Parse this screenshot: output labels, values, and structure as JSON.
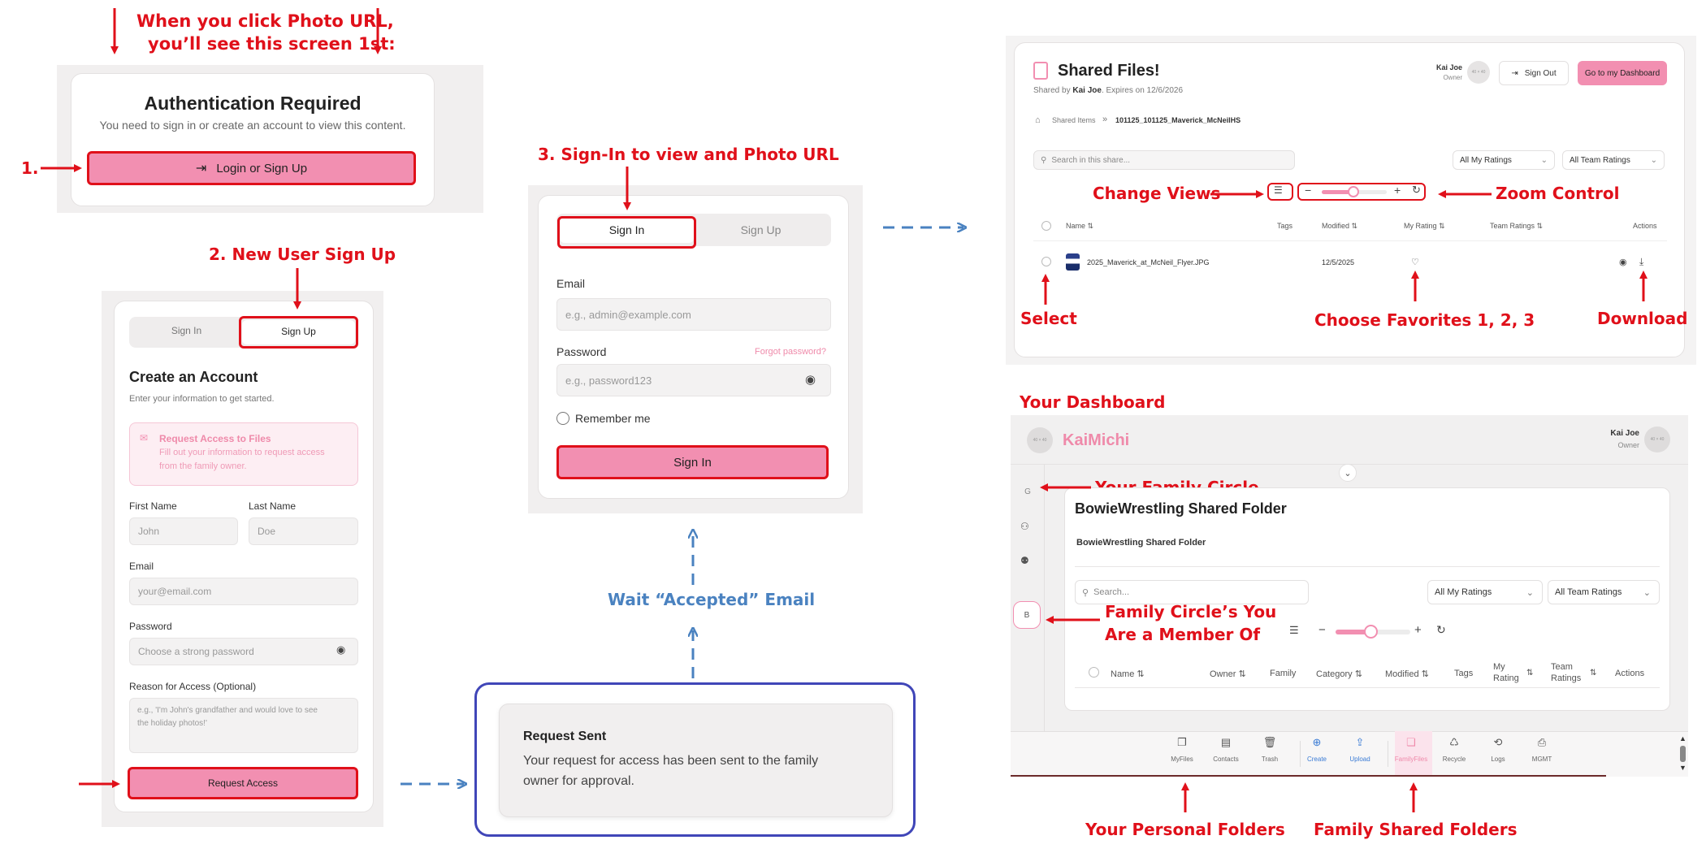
{
  "annotations": {
    "intro_line1": "When you click Photo URL,",
    "intro_line2": "you’ll see this screen 1st:",
    "step1": "1.",
    "step2": "2. New User Sign Up",
    "step3": "3. Sign-In to view and Photo URL",
    "wait": "Wait “Accepted” Email",
    "change_views": "Change Views",
    "zoom_control": "Zoom Control",
    "select": "Select",
    "choose_favorites": "Choose Favorites 1, 2, 3",
    "download": "Download",
    "your_dashboard": "Your Dashboard",
    "your_family_circle": "Your Family Circle",
    "family_circles_member_line1": "Family Circle’s You",
    "family_circles_member_line2": "Are a Member Of",
    "your_personal_folders": "Your Personal Folders",
    "family_shared_folders": "Family Shared Folders"
  },
  "auth": {
    "title": "Authentication Required",
    "subtitle": "You need to sign in or create an account to view this content.",
    "button": "Login or Sign Up"
  },
  "signup": {
    "tab_signin": "Sign In",
    "tab_signup": "Sign Up",
    "title": "Create an Account",
    "subtitle": "Enter your information to get started.",
    "notice_title": "Request Access to Files",
    "notice_line1": "Fill out your information to request access",
    "notice_line2": "from the family owner.",
    "first_name_label": "First Name",
    "first_name_placeholder": "John",
    "last_name_label": "Last Name",
    "last_name_placeholder": "Doe",
    "email_label": "Email",
    "email_placeholder": "your@email.com",
    "password_label": "Password",
    "password_placeholder": "Choose a strong password",
    "reason_label": "Reason for Access (Optional)",
    "reason_line1": "e.g., 'I'm John's grandfather and would love to see",
    "reason_line2": "the holiday photos!'",
    "button": "Request Access"
  },
  "signin": {
    "tab_signin": "Sign In",
    "tab_signup": "Sign Up",
    "email_label": "Email",
    "email_placeholder": "e.g., admin@example.com",
    "password_label": "Password",
    "forgot": "Forgot password?",
    "password_placeholder": "e.g., password123",
    "remember": "Remember me",
    "button": "Sign In"
  },
  "request_sent": {
    "title": "Request Sent",
    "line1": "Your request for access has been sent to the family",
    "line2": "owner for approval."
  },
  "shared": {
    "title": "Shared Files!",
    "shared_by_prefix": "Shared by ",
    "shared_by_name": "Kai Joe",
    "shared_by_suffix": ". Expires on 12/6/2026",
    "user_name": "Kai Joe",
    "user_role": "Owner",
    "avatar_text": "40 × 40",
    "sign_out": "Sign Out",
    "dashboard_button": "Go to my Dashboard",
    "breadcrumb_root": "Shared Items",
    "breadcrumb_sep": "»",
    "breadcrumb_current": "101125_101125_Maverick_McNeilHS",
    "search_placeholder": "Search in this share...",
    "filter_my": "All My Ratings",
    "filter_team": "All Team Ratings",
    "columns": [
      "Name",
      "Tags",
      "Modified",
      "My Rating",
      "Team Ratings",
      "Actions"
    ],
    "row": {
      "name": "2025_Maverick_at_McNeil_Flyer.JPG",
      "modified": "12/5/2025"
    }
  },
  "dashboard": {
    "brand": "KaiMichi",
    "avatar_text": "40 × 40",
    "user_name": "Kai Joe",
    "user_role": "Owner",
    "rail_g": "G",
    "rail_b": "B",
    "folder_title": "BowieWrestling Shared Folder",
    "folder_subtitle": "BowieWrestling Shared Folder",
    "search_placeholder": "Search...",
    "filter_my": "All My Ratings",
    "filter_team": "All Team Ratings",
    "columns": [
      "Name",
      "Owner",
      "Family",
      "Category",
      "Modified",
      "Tags",
      "My Rating",
      "Team Ratings",
      "Actions"
    ],
    "nav": [
      {
        "label": "MyFiles",
        "icon": "❐"
      },
      {
        "label": "Contacts",
        "icon": "▤"
      },
      {
        "label": "Trash",
        "icon": "🗑"
      },
      {
        "label": "Create",
        "icon": "⊕"
      },
      {
        "label": "Upload",
        "icon": "⇪"
      },
      {
        "label": "FamilyFiles",
        "icon": "❏"
      },
      {
        "label": "Recycle",
        "icon": "♺"
      },
      {
        "label": "Logs",
        "icon": "⟲"
      },
      {
        "label": "MGMT",
        "icon": "⎙"
      }
    ]
  },
  "colors": {
    "accent_pink": "#f28fb1",
    "annotation_red": "#e0101a",
    "annotation_blue": "#4a82c0",
    "frame_blue": "#4046b8"
  }
}
